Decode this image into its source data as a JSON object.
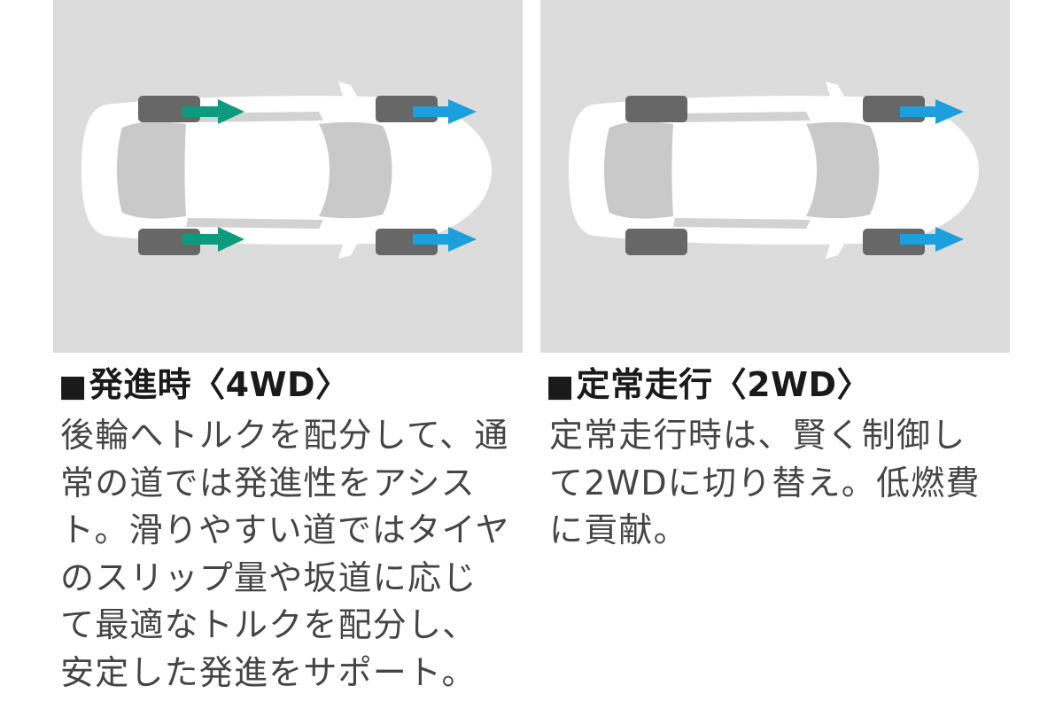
{
  "panels": [
    {
      "mode_title": "発進時〈4WD〉",
      "description_lines": [
        "後輪へトルクを配分して、通",
        "常の道では発進性をアシス",
        "ト。滑りやすい道ではタイヤ",
        "のスリップ量や坂道に応じ",
        "て最適なトルクを配分し、",
        "安定した発進をサポート。"
      ],
      "arrows": [
        "rear-green",
        "front-blue"
      ]
    },
    {
      "mode_title": "定常走行〈2WD〉",
      "description_lines": [
        "定常走行時は、賢く制御し",
        "て2WDに切り替え。低燃費",
        "に貢献。"
      ],
      "arrows": [
        "front-blue"
      ]
    }
  ],
  "title_marker": "■",
  "colors": {
    "background_panel": "#dcdcdc",
    "car_body": "#ffffff",
    "window": "#c9c9c9",
    "tire": "#676767",
    "rear_arrow": "#0c9b7e",
    "front_arrow": "#1c9fdd",
    "title_text": "#1a1a1a",
    "body_text": "#454545"
  }
}
